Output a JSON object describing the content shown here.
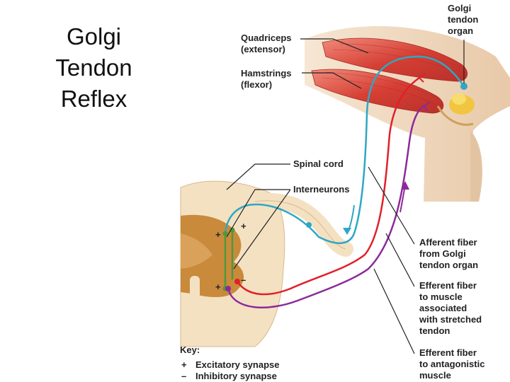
{
  "slide": {
    "title_lines": [
      "Golgi",
      "Tendon",
      "Reflex"
    ]
  },
  "labels": {
    "golgi_organ": [
      "Golgi",
      "tendon",
      "organ"
    ],
    "quadriceps": [
      "Quadriceps",
      "(extensor)"
    ],
    "hamstrings": [
      "Hamstrings",
      "(flexor)"
    ],
    "spinal_cord": "Spinal cord",
    "interneurons": "Interneurons",
    "afferent": [
      "Afferent fiber",
      "from Golgi",
      "tendon organ"
    ],
    "efferent_stretched": [
      "Efferent fiber",
      "to muscle",
      "associated",
      "with stretched",
      "tendon"
    ],
    "efferent_antagonist": [
      "Efferent fiber",
      "to antagonistic",
      "muscle"
    ]
  },
  "key": {
    "title": "Key:",
    "excitatory_symbol": "+",
    "excitatory_label": "Excitatory synapse",
    "inhibitory_symbol": "–",
    "inhibitory_label": "Inhibitory synapse"
  },
  "synapse_signs": {
    "plus": "+",
    "minus": "–"
  },
  "colors": {
    "afferent": "#2ea7c4",
    "efferent_stretched": "#e0202a",
    "efferent_antagonist": "#8b2a9a",
    "interneuron": "#4d9a3a",
    "muscle": "#d9453a",
    "skin": "#f3dcc6",
    "gray_matter": "#c98a3c",
    "white_matter": "#f4e1c2"
  }
}
